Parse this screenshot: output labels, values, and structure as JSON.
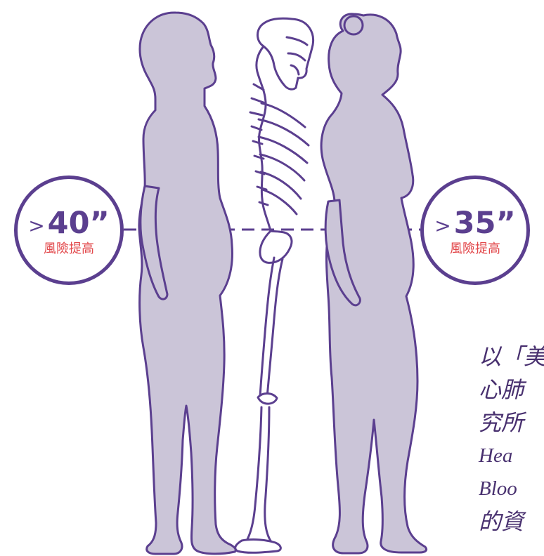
{
  "diagram": {
    "colors": {
      "purple": "#5b3f8f",
      "silhouette": "#cbc5d8",
      "risk": "#e2474a",
      "background": "#ffffff"
    },
    "male_measurement": {
      "comparator": ">",
      "value": "40”",
      "risk_label": "風險提高"
    },
    "female_measurement": {
      "comparator": ">",
      "value": "35”",
      "risk_label": "風險提高"
    },
    "caption_lines": [
      "以「美",
      "心肺",
      "究所",
      "Hea",
      "Bloo",
      "的資"
    ]
  }
}
